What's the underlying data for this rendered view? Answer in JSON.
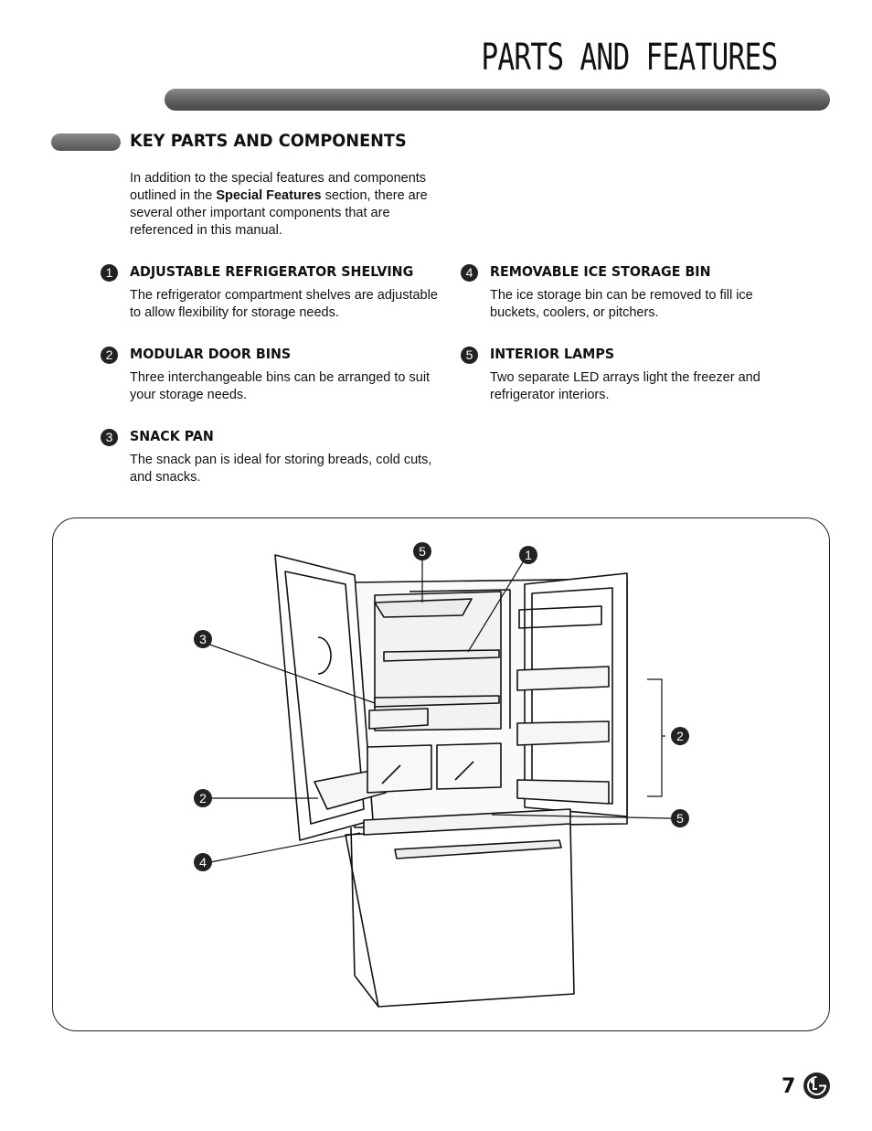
{
  "page": {
    "title": "PARTS AND FEATURES",
    "page_number": "7",
    "logo_icon": "lg-logo-icon"
  },
  "section": {
    "title": "KEY PARTS AND COMPONENTS",
    "intro_pre": "In addition to the special features and components outlined in the ",
    "intro_bold": "Special Features",
    "intro_post": " section, there are several other important components that are referenced in this manual."
  },
  "features": [
    {
      "number": "1",
      "title": "ADJUSTABLE REFRIGERATOR SHELVING",
      "description": "The refrigerator compartment shelves are adjustable to allow flexibility for storage needs."
    },
    {
      "number": "2",
      "title": "MODULAR DOOR BINS",
      "description": "Three interchangeable bins can be arranged to suit your storage needs."
    },
    {
      "number": "3",
      "title": "SNACK PAN",
      "description": "The snack pan is ideal for storing breads, cold cuts, and snacks."
    },
    {
      "number": "4",
      "title": "REMOVABLE ICE STORAGE BIN",
      "description": "The ice storage bin can be removed to fill ice buckets, coolers, or pitchers."
    },
    {
      "number": "5",
      "title": "INTERIOR LAMPS",
      "description": "Two separate LED arrays light the freezer and refrigerator interiors."
    }
  ],
  "diagram": {
    "callouts": [
      "5",
      "1",
      "3",
      "2",
      "5",
      "2",
      "4"
    ]
  },
  "colors": {
    "text": "#111111",
    "bar": "#5c5c5c",
    "callout": "#222222"
  }
}
